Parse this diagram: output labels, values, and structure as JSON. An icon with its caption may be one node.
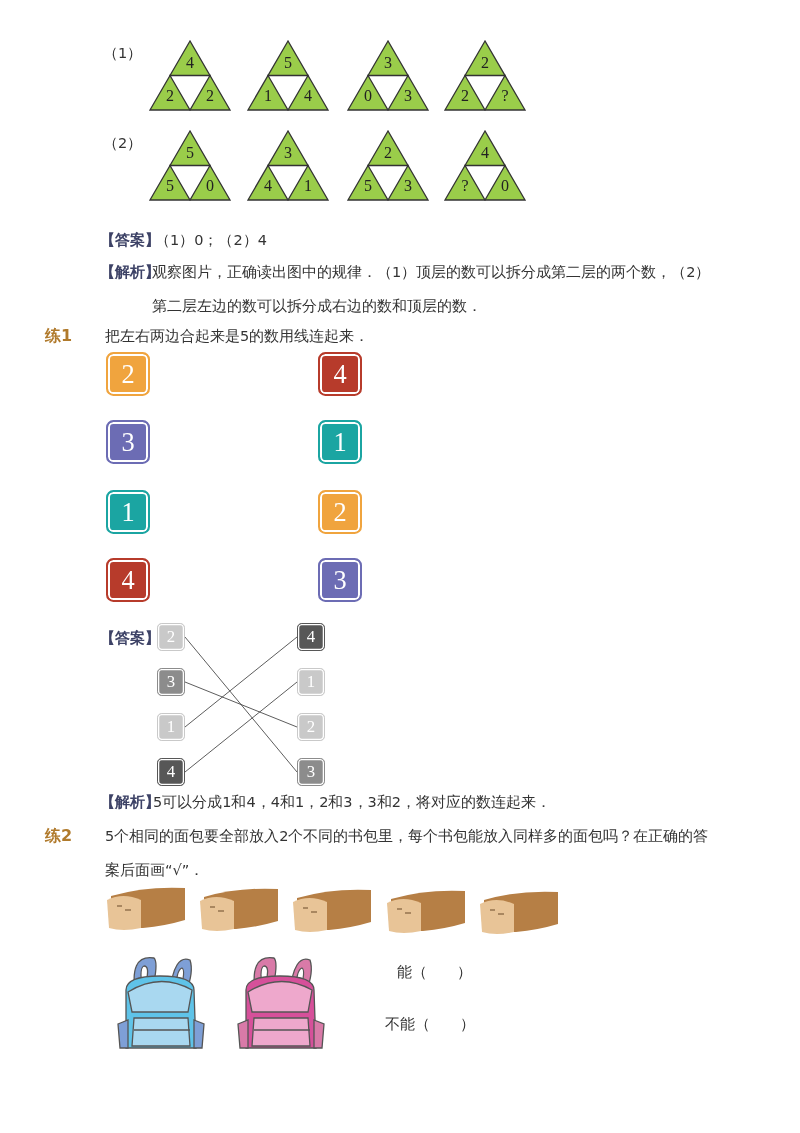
{
  "diagram": {
    "nodes": [
      {
        "text": [
          "4",
          "2",
          "2"
        ]
      },
      {
        "text": [
          "5",
          "1",
          "4"
        ]
      },
      {
        "text": [
          "3",
          "0",
          "3"
        ]
      },
      {
        "text": [
          "2",
          "2",
          "?"
        ]
      },
      {
        "text": [
          "5",
          "5",
          "0"
        ]
      },
      {
        "text": [
          "3",
          "4",
          "1"
        ]
      },
      {
        "text": [
          "2",
          "5",
          "3"
        ]
      },
      {
        "text": [
          "4",
          "?",
          "0"
        ]
      },
      {
        "text": [
          "2"
        ]
      },
      {
        "text": [
          "3"
        ]
      },
      {
        "text": [
          "1"
        ]
      },
      {
        "text": [
          "4"
        ]
      },
      {
        "text": [
          "4"
        ]
      },
      {
        "text": [
          "1"
        ]
      },
      {
        "text": [
          "2"
        ]
      },
      {
        "text": [
          "3"
        ]
      },
      {
        "text": [
          "2"
        ]
      },
      {
        "text": [
          "3"
        ]
      },
      {
        "text": [
          "1"
        ]
      },
      {
        "text": [
          "4"
        ]
      },
      {
        "text": [
          "4"
        ]
      },
      {
        "text": [
          "1"
        ]
      },
      {
        "text": [
          "2"
        ]
      },
      {
        "text": [
          "3"
        ]
      }
    ],
    "edges": [
      {
        "from": 16,
        "to": 23,
        "arrow": "none"
      },
      {
        "from": 17,
        "to": 22,
        "arrow": "none"
      },
      {
        "from": 18,
        "to": 20,
        "arrow": "none"
      },
      {
        "from": 19,
        "to": 21,
        "arrow": "none"
      }
    ],
    "labels": [
      "（1）",
      "（2）",
      "【答案】",
      "（1）0；（2）4",
      "【解析】",
      "观察图片，正确读出图中的规律．（1）顶层的数可以拆分成第二层的两个数，（2）第二层左边的数可以拆分成右边的数和顶层的数．",
      "练1",
      "把左右两边合起来是5的数用线连起来．",
      "【答案】",
      "【解析】",
      "5可以分成1和4，4和1，2和3，3和2，将对应的数连起来．",
      "练2",
      "5个相同的面包要全部放入2个不同的书包里，每个书包能放入同样多的面包吗？在正确的答案后面画“√”．",
      "能（　　）",
      "不能（　　）"
    ]
  }
}
